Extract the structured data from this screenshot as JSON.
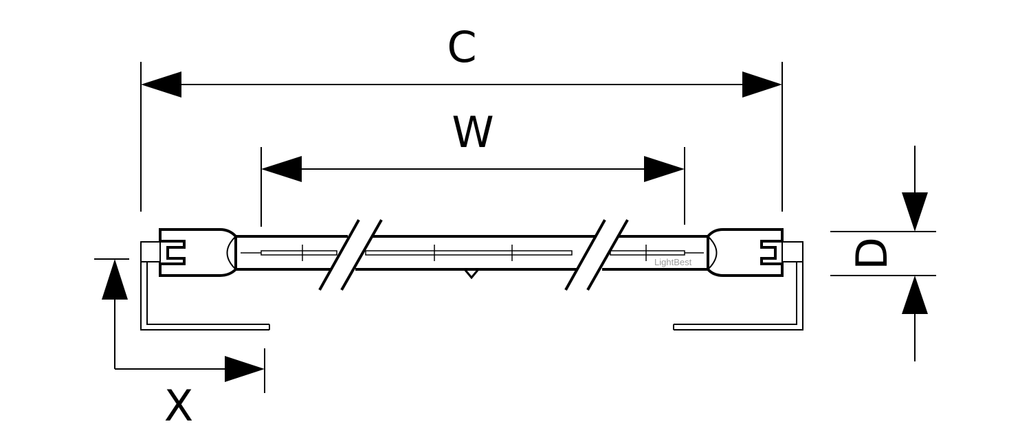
{
  "labels": {
    "c": "C",
    "w": "W",
    "d": "D",
    "x": "X"
  },
  "watermark": "LightBest",
  "colors": {
    "line": "#000000",
    "background": "#ffffff",
    "watermark": "#9a9a9a"
  }
}
